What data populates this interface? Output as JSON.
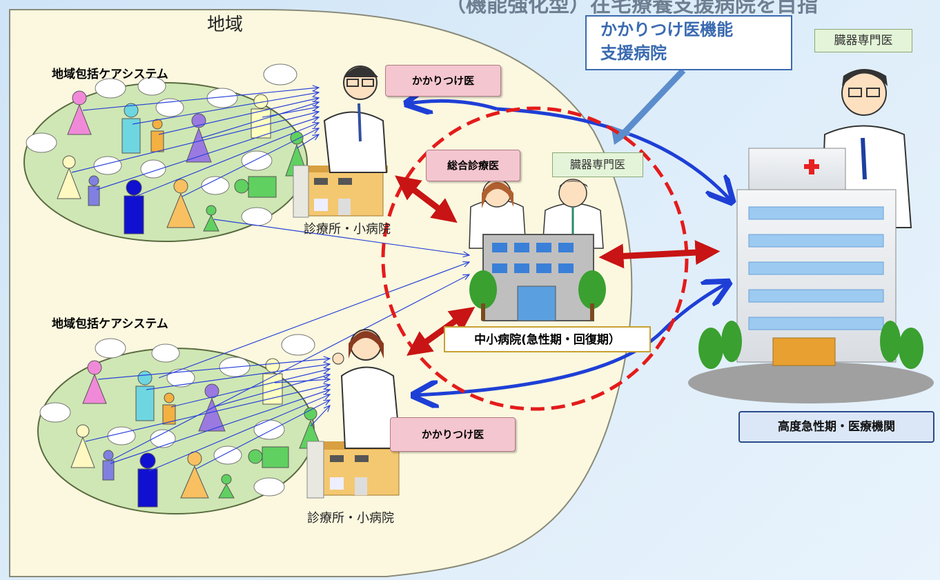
{
  "header_title_fragment": "（機能強化型）在宅療養支援病院を目指",
  "region_label": "地域",
  "care_system_top": "地域包括ケアシステム",
  "care_system_bottom": "地域包括ケアシステム",
  "kakaritsuke_support_line1": "かかりつけ医機能",
  "kakaritsuke_support_line2": "支援病院",
  "organ_specialist_top": "臓器専門医",
  "kakaritsuke_top": "かかりつけ医",
  "general_practice": "総合診療医",
  "organ_specialist_mid": "臓器専門医",
  "clinic_top": "診療所・小病院",
  "clinic_bottom": "診療所・小病院",
  "medium_hospital": "中小病院(急性期・回復期）",
  "kakaritsuke_bottom": "かかりつけ医",
  "advanced_hospital": "高度急性期・医療機関",
  "colors": {
    "background": "#d6e8f8",
    "region": "#fbf8df",
    "community_ellipse": "#cfe7b4",
    "arrow_blue": "#1e3fd6",
    "arrow_red": "#c81414",
    "dashed_circle": "#e41b1b",
    "pink_label": "#f4c6cf"
  }
}
